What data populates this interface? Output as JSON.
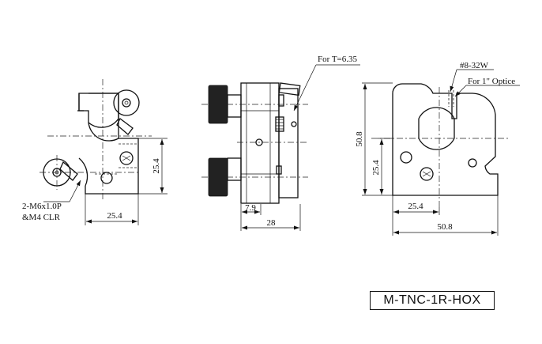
{
  "front_view": {
    "dim_height": "25.4",
    "dim_width": "25.4",
    "hole_callout_line1": "2-M6x1.0P",
    "hole_callout_line2": "&M4 CLR"
  },
  "side_view": {
    "thickness_note": "For T=6.35",
    "dim_small": "7.9",
    "dim_depth": "28"
  },
  "back_view": {
    "thread_note": "#8-32W",
    "optic_note": "For 1\" Optice",
    "dim_total_height": "50.8",
    "dim_center_height": "25.4",
    "dim_center_width": "25.4",
    "dim_total_width": "50.8"
  },
  "model_label": "M-TNC-1R-HOX"
}
